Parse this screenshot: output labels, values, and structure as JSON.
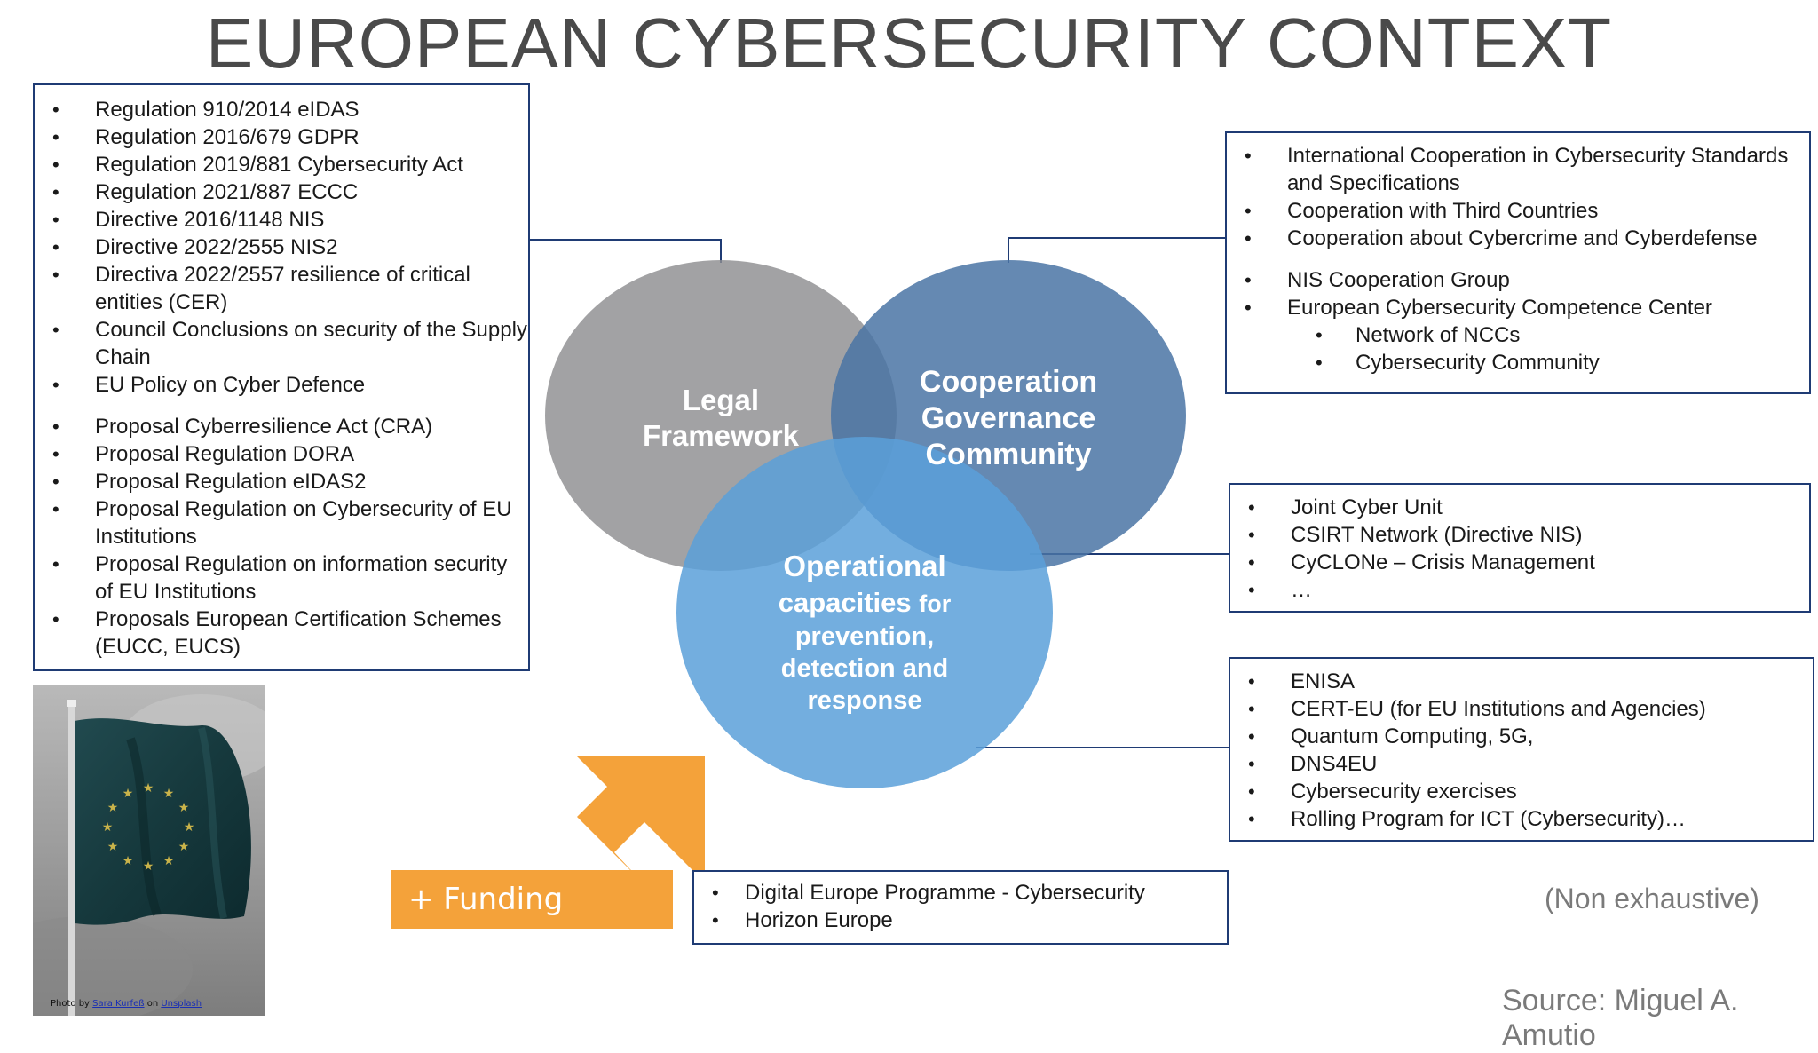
{
  "title": "EUROPEAN CYBERSECURITY CONTEXT",
  "circles": {
    "legal": [
      "Legal",
      "Framework"
    ],
    "coop": [
      "Cooperation",
      "Governance",
      "Community"
    ],
    "oper": [
      "Operational",
      "capacities",
      "for",
      "prevention,",
      "detection and",
      "response"
    ]
  },
  "legal_box": [
    "Regulation 910/2014 eIDAS",
    "Regulation 2016/679 GDPR",
    "Regulation 2019/881 Cybersecurity Act",
    "Regulation 2021/887 ECCC",
    "Directive 2016/1148 NIS",
    "Directive 2022/2555 NIS2",
    "Directiva 2022/2557 resilience of critical entities (CER)",
    "Council Conclusions on security of the Supply Chain",
    "EU Policy on Cyber Defence",
    "Proposal Cyberresilience Act (CRA)",
    "Proposal Regulation DORA",
    "Proposal Regulation eIDAS2",
    "Proposal Regulation on Cybersecurity of EU Institutions",
    "Proposal Regulation on information security of EU Institutions",
    "Proposals European Certification Schemes (EUCC, EUCS)"
  ],
  "coop_box": [
    "International Cooperation in Cybersecurity Standards and Specifications",
    "Cooperation with Third Countries",
    "Cooperation about  Cybercrime and Cyberdefense",
    "NIS Cooperation Group",
    "European Cybersecurity Competence Center",
    "Network of NCCs",
    "Cybersecurity Community"
  ],
  "joint_box": [
    "Joint Cyber Unit",
    "CSIRT Network (Directive NIS)",
    "CyCLONe – Crisis Management",
    "…"
  ],
  "enisa_box": [
    "ENISA",
    "CERT-EU (for EU Institutions and Agencies)",
    "Quantum Computing, 5G,",
    "DNS4EU",
    "Cybersecurity exercises",
    "Rolling Program for ICT (Cybersecurity)…"
  ],
  "funding_box": [
    "Digital Europe Programme - Cybersecurity",
    "Horizon Europe"
  ],
  "funding_label": "+ Funding",
  "note": "(Non exhaustive)",
  "source": "Source: Miguel A. Amutio",
  "photo_credit": {
    "prefix": "Photo by ",
    "author": "Sara Kurfeß",
    "middle": " on ",
    "site": "Unsplash"
  },
  "colors": {
    "legal_circle": "#8e8e90",
    "coop_circle": "#4a74a4",
    "oper_circle": "#5aa0d9",
    "box_border": "#1f3b74",
    "funding": "#f4a23a"
  }
}
